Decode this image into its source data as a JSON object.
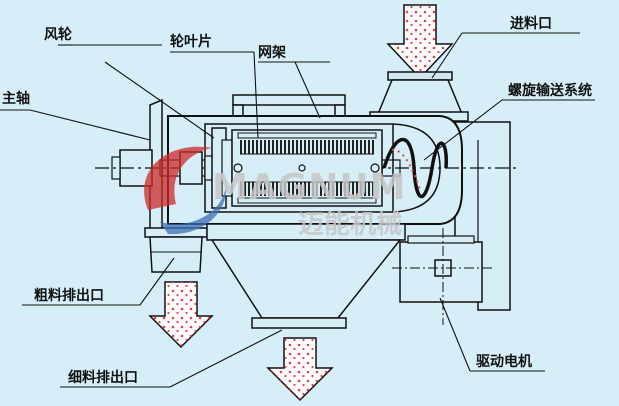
{
  "labels": {
    "inlet": "进料口",
    "blades": "轮叶片",
    "fan_wheel": "风轮",
    "screen_frame": "网架",
    "main_shaft": "主轴",
    "screw_conveyor": "螺旋输送系统",
    "coarse_outlet": "粗料排出口",
    "fine_outlet": "细料排出口",
    "drive_motor": "驱动电机"
  },
  "watermark": {
    "brand": "MAGNUM",
    "chinese": "迈能机械"
  },
  "colors": {
    "background": "#d6eef8",
    "line": "#111111",
    "arrow_fill": "#ffffff",
    "particles": "#e8404a",
    "logo_red": "#cc2a2a",
    "watermark": "#c7c7c7"
  }
}
